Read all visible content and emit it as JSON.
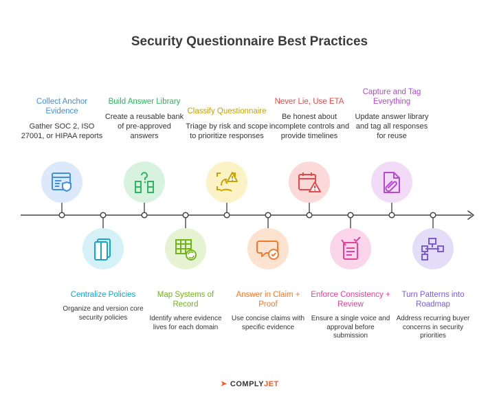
{
  "title": "Security Questionnaire Best Practices",
  "steps": [
    {
      "title": "Collect Anchor Evidence",
      "desc": "Gather SOC 2, ISO 27001, or HIPAA reports",
      "color": "#3f8fe0",
      "bg": "#dbe9fb",
      "icon": "report-shield-icon"
    },
    {
      "title": "Centralize Policies",
      "desc": "Organize and version core security policies",
      "color": "#18a3c4",
      "bg": "#d3f1f7",
      "icon": "documents-icon"
    },
    {
      "title": "Build Answer Library",
      "desc": "Create a reusable bank of pre-approved answers",
      "color": "#2eb360",
      "bg": "#d7f2df",
      "icon": "question-bank-icon"
    },
    {
      "title": "Map Systems of Record",
      "desc": "Identify where evidence lives for each domain",
      "color": "#72b318",
      "bg": "#e6f3d2",
      "icon": "table-sync-icon"
    },
    {
      "title": "Classify Questionnaire",
      "desc": "Triage by risk and scope to prioritize responses",
      "color": "#c7a400",
      "bg": "#fbf3c6",
      "icon": "scan-warning-icon"
    },
    {
      "title": "Answer in Claim + Proof",
      "desc": "Use concise claims with specific evidence",
      "color": "#ef7a2c",
      "bg": "#fde3cf",
      "icon": "chat-check-icon"
    },
    {
      "title": "Never Lie, Use ETA",
      "desc": "Be honest about incomplete controls and provide timelines",
      "color": "#e84848",
      "bg": "#fcd9d9",
      "icon": "calendar-warning-icon"
    },
    {
      "title": "Enforce Consistency + Review",
      "desc": "Ensure a single voice and approval before submission",
      "color": "#e0419a",
      "bg": "#fbd6ea",
      "icon": "document-review-icon"
    },
    {
      "title": "Capture and Tag Everything",
      "desc": "Update answer library and tag all responses for reuse",
      "color": "#b548d3",
      "bg": "#f1dbf7",
      "icon": "attach-file-icon"
    },
    {
      "title": "Turn Patterns into Roadmap",
      "desc": "Address recurring buyer concerns in security priorities",
      "color": "#7a5bd6",
      "bg": "#e4ddf8",
      "icon": "flow-roadmap-icon"
    }
  ],
  "footer": {
    "brand_main": "COMPLY",
    "brand_accent": "JET",
    "logo_icon": "paper-plane-icon"
  }
}
